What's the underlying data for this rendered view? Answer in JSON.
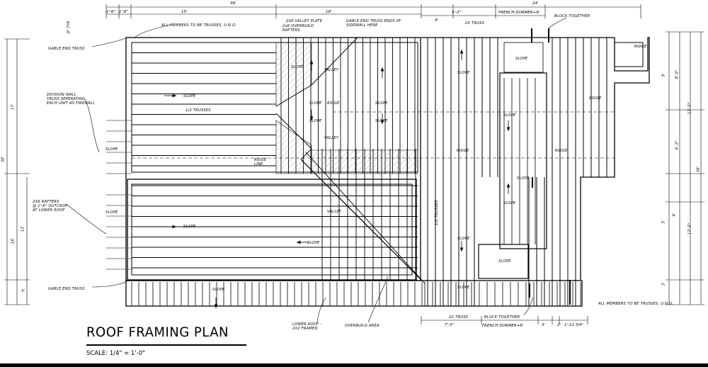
{
  "drawing": {
    "title": "ROOF FRAMING PLAN",
    "scale": "SCALE: 1/4\" = 1'-0\""
  },
  "top_dims": {
    "overall": "36'",
    "a": "1'-6\"",
    "b": "1'-6\"",
    "c": "15'",
    "d": "18'",
    "right_overall": "24'",
    "e": "5'-3\"",
    "f": "4'",
    "g": "French Dormer+6'",
    "left_typ": "9\" TYP."
  },
  "bottom_dims": {
    "a": "7'-3\"",
    "b": "French Dormer+6'",
    "c": "3'",
    "d": "2'",
    "e": "1'-11 3/4\""
  },
  "left_dims": {
    "overall": "36'",
    "upper": "17'",
    "lower": "16'",
    "mid": "13'",
    "small": "3'"
  },
  "right_dims": {
    "overall": "36'",
    "a": "17'-5\"",
    "b": "8'-5\"",
    "c": "6'-3\"",
    "d": "9'",
    "e": "17'-5\"",
    "f": "6'",
    "g": "5'",
    "h": "3'"
  },
  "notes": {
    "all_members_top": "ALL MEMBERS TO BE TRUSSES, U.N.O.",
    "all_members_bottom": "ALL MEMBERS TO BE TRUSSES, U.N.O.",
    "valley_plate": "2X6 VALLEY PLATE",
    "overbuild_rafters": "2x6 OVERBUILD\nRAFTERS",
    "gable_end_sidewall": "GABLE END TRUSS ENDS AT\nSIDEWALL HERE",
    "gable_end_truss_top": "GABLE END TRUSS",
    "gable_end_truss_bottom": "GABLE END TRUSS",
    "division_wall": "DIVISION WALL\nTRUSS SEPERATING\nEACH UNIT AS FIREWALL",
    "half_trusses_upper": "1/2 TRUSSES",
    "half_trusses_vertical": "1/2 TRUSSES",
    "rafters_outcrop": "2X6 RAFTERS\n@ 1'-6\" OUTCROP\nAT LOWER ROOF",
    "ridge_line": "RIDGE\nLINE",
    "lower_roof": "LOWER ROOF -\n2X2 FRAMED",
    "overbuild_area": "OVERBUILD AREA",
    "block_together_top": "BLOCK TOGETHER",
    "block_together_bottom": "BLOCK TOGETHER",
    "french_dormer_top": "FRENCH DORMER+6'",
    "french_dormer_bottom": "FRENCH DORMER+6'",
    "two_x_truss_top": "2X TRUSS",
    "two_x_truss_bottom": "2X TRUSS",
    "valley": "VALLEY",
    "ridge": "RIDGE",
    "slope": "SLOPE"
  }
}
